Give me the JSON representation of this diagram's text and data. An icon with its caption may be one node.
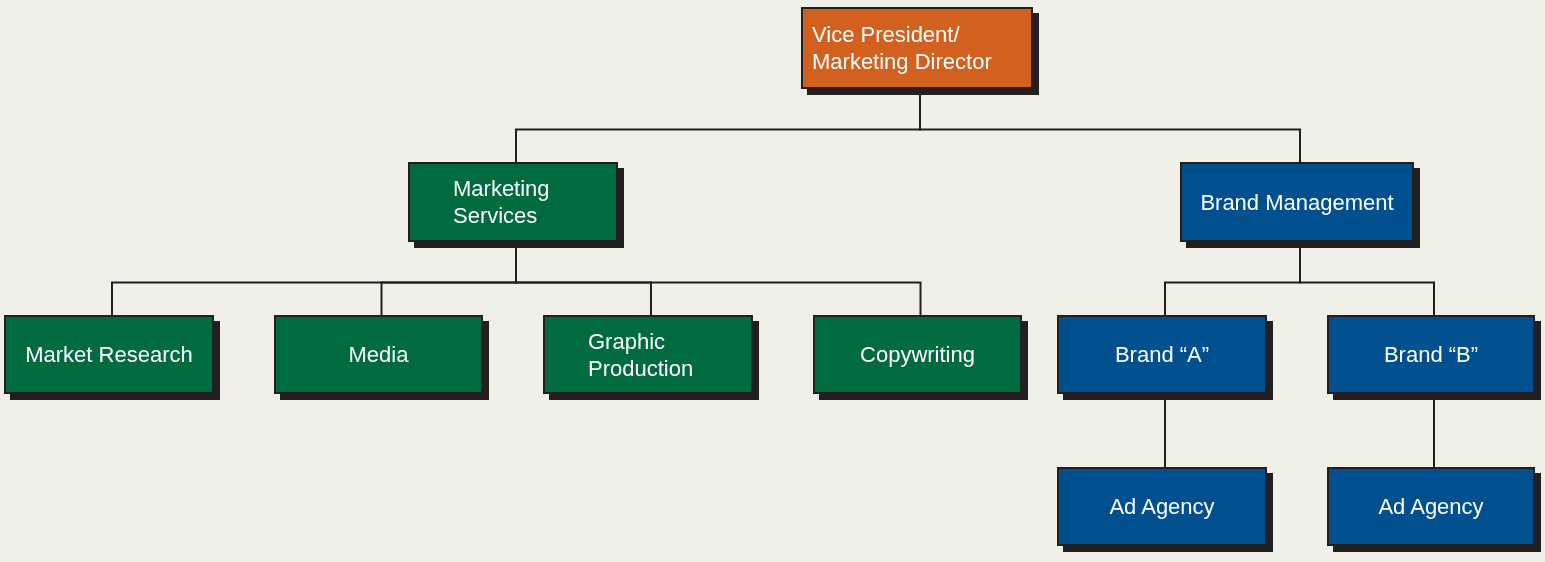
{
  "diagram": {
    "nodes": [
      {
        "text": [
          "Vice President/ Marketing Director"
        ]
      },
      {
        "text": [
          "Marketing Services"
        ]
      },
      {
        "text": [
          "Brand Management"
        ]
      },
      {
        "text": [
          "Market Research"
        ]
      },
      {
        "text": [
          "Media"
        ]
      },
      {
        "text": [
          "Graphic Production"
        ]
      },
      {
        "text": [
          "Copywriting"
        ]
      },
      {
        "text": [
          "Brand “A”"
        ]
      },
      {
        "text": [
          "Brand “B”"
        ]
      },
      {
        "text": [
          "Ad Agency"
        ]
      },
      {
        "text": [
          "Ad Agency"
        ]
      }
    ],
    "edges": [
      {
        "from": 0,
        "to": 1,
        "arrow": "none"
      },
      {
        "from": 0,
        "to": 2,
        "arrow": "none"
      },
      {
        "from": 1,
        "to": 3,
        "arrow": "none"
      },
      {
        "from": 1,
        "to": 4,
        "arrow": "none"
      },
      {
        "from": 1,
        "to": 5,
        "arrow": "none"
      },
      {
        "from": 1,
        "to": 6,
        "arrow": "none"
      },
      {
        "from": 2,
        "to": 7,
        "arrow": "none"
      },
      {
        "from": 2,
        "to": 8,
        "arrow": "none"
      },
      {
        "from": 7,
        "to": 9,
        "arrow": "none"
      },
      {
        "from": 8,
        "to": 10,
        "arrow": "none"
      }
    ]
  }
}
